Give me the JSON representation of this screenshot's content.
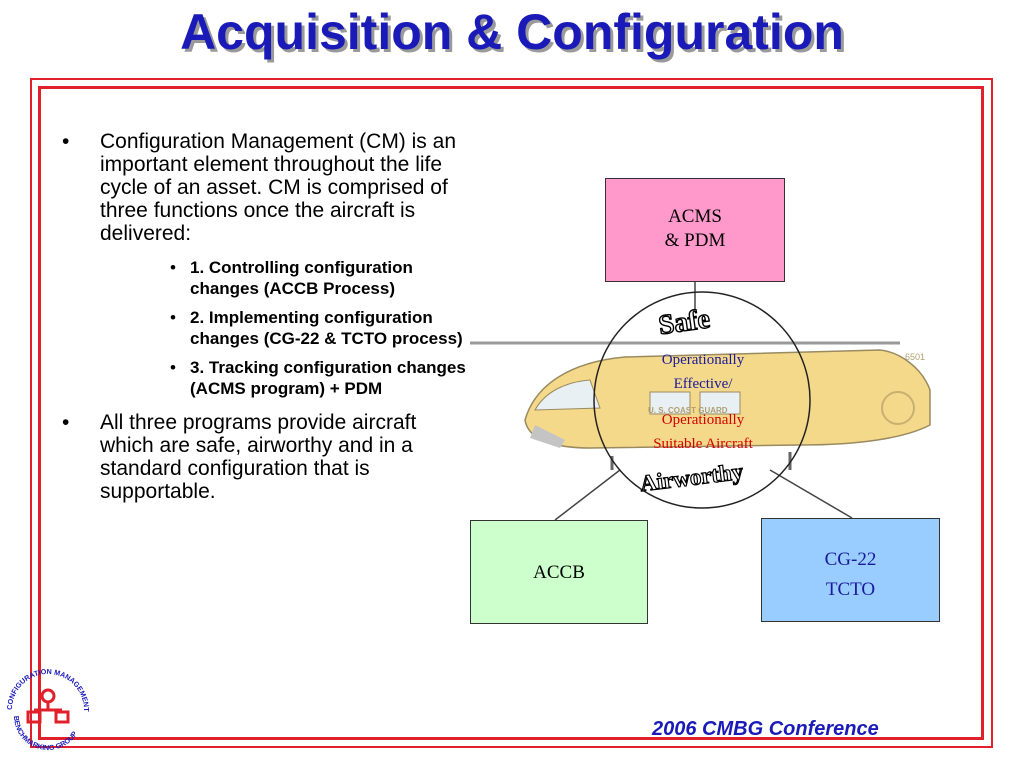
{
  "title": "Acquisition & Configuration",
  "bullets": [
    "Configuration Management (CM) is an important element throughout the life cycle of an asset.  CM is comprised of three functions once the aircraft is delivered:",
    "All three programs provide aircraft which are safe, airworthy and in a standard configuration that is supportable."
  ],
  "sub_bullets": [
    "1. Controlling configuration changes (ACCB Process)",
    "2. Implementing configuration changes (CG-22 & TCTO process)",
    "3. Tracking configuration changes (ACMS program) + PDM"
  ],
  "diagram": {
    "top_box": {
      "line1": "ACMS",
      "line2": "& PDM"
    },
    "left_box": "ACCB",
    "right_box": {
      "line1": "CG-22",
      "line2": "TCTO"
    },
    "circle_top_word": "Safe",
    "circle_bottom_word": "Airworthy",
    "center_line1": "Operationally",
    "center_line2": "Effective/",
    "center_line3": "Operationally",
    "center_line4": "Suitable Aircraft",
    "aircraft_marking": "U. S. COAST GUARD",
    "tail_number": "6501"
  },
  "logo": {
    "top_text": "CONFIGURATION MANAGEMENT",
    "bottom_text": "BENCHMARKING GROUP"
  },
  "footer": "2006 CMBG Conference",
  "colors": {
    "title": "#1a1ab8",
    "frame": "#e0202a",
    "acms_box": "#ff99cc",
    "accb_box": "#ccffcc",
    "cg22_box": "#99ccff",
    "effective_text": "#1a1a9a",
    "suitable_text": "#d40000",
    "helicopter_body": "#f5d98a"
  }
}
